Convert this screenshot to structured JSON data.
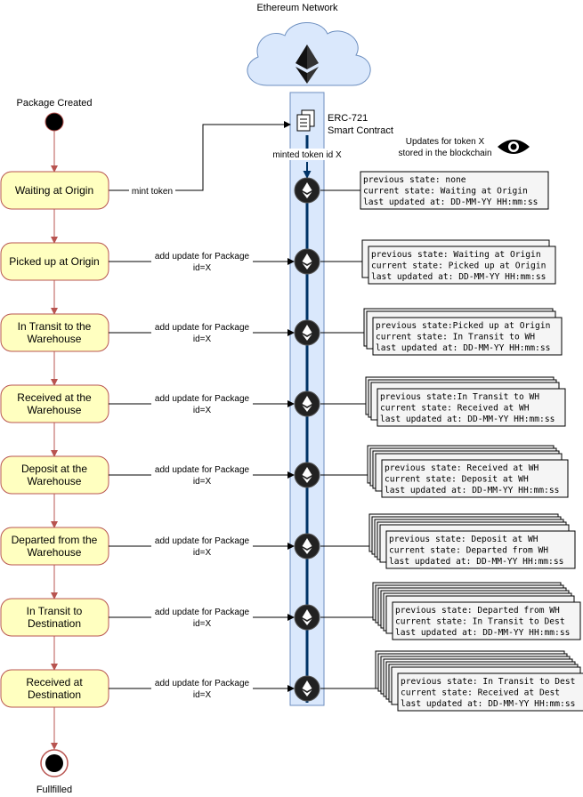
{
  "network": {
    "title": "Ethereum Network"
  },
  "contract": {
    "line1": "ERC-721",
    "line2": "Smart Contract",
    "minted_label": "minted token id X"
  },
  "blockchain_note": {
    "line1": "Updates for token X",
    "line2": "stored in the blockchain"
  },
  "start_label": "Package Created",
  "end_label": "Fullfilled",
  "mint_label": "mint token",
  "update_label": {
    "line1": "add update for Package",
    "line2": "id=X"
  },
  "states": [
    {
      "line1": "Waiting at Origin",
      "line2": ""
    },
    {
      "line1": "Picked up at Origin",
      "line2": ""
    },
    {
      "line1": "In Transit to the",
      "line2": "Warehouse"
    },
    {
      "line1": "Received at the",
      "line2": "Warehouse"
    },
    {
      "line1": "Deposit at the",
      "line2": "Warehouse"
    },
    {
      "line1": "Departed from the",
      "line2": "Warehouse"
    },
    {
      "line1": "In Transit to",
      "line2": "Destination"
    },
    {
      "line1": "Received at",
      "line2": "Destination"
    }
  ],
  "records": [
    {
      "previous": "previous state: none",
      "current": "current state: Waiting at Origin",
      "updated": "last updated at: DD-MM-YY HH:mm:ss"
    },
    {
      "previous": "previous state: Waiting at Origin",
      "current": "current state: Picked up at Origin",
      "updated": "last updated at: DD-MM-YY HH:mm:ss"
    },
    {
      "previous": "previous state:Picked up at Origin",
      "current": "current state: In Transit to WH",
      "updated": "last updated at: DD-MM-YY HH:mm:ss"
    },
    {
      "previous": "previous state:In Transit to WH",
      "current": "current state: Received at WH",
      "updated": "last updated at: DD-MM-YY HH:mm:ss"
    },
    {
      "previous": "previous state: Received at WH",
      "current": "current state: Deposit at WH",
      "updated": "last updated at: DD-MM-YY HH:mm:ss"
    },
    {
      "previous": "previous state: Deposit at WH",
      "current": "current state: Departed from WH",
      "updated": "last updated at: DD-MM-YY HH:mm:ss"
    },
    {
      "previous": "previous state: Departed from WH",
      "current": "current state: In Transit to Dest",
      "updated": "last updated at: DD-MM-YY HH:mm:ss"
    },
    {
      "previous": "previous state: In Transit to Dest",
      "current": "current state: Received at Dest",
      "updated": "last updated at: DD-MM-YY HH:mm:ss"
    }
  ],
  "colors": {
    "state_fill": "#FFFFC0",
    "state_stroke": "#B85450",
    "flow_arrow": "#B85450",
    "chain_fill": "#DAE8FC",
    "chain_stroke": "#6C8EBF",
    "chain_line": "#003366",
    "record_fill": "#F5F5F5",
    "cloud_fill": "#DAE8FC"
  },
  "icons": {
    "ethereum": "ethereum-icon",
    "document": "document-icon",
    "eye": "eye-icon"
  }
}
